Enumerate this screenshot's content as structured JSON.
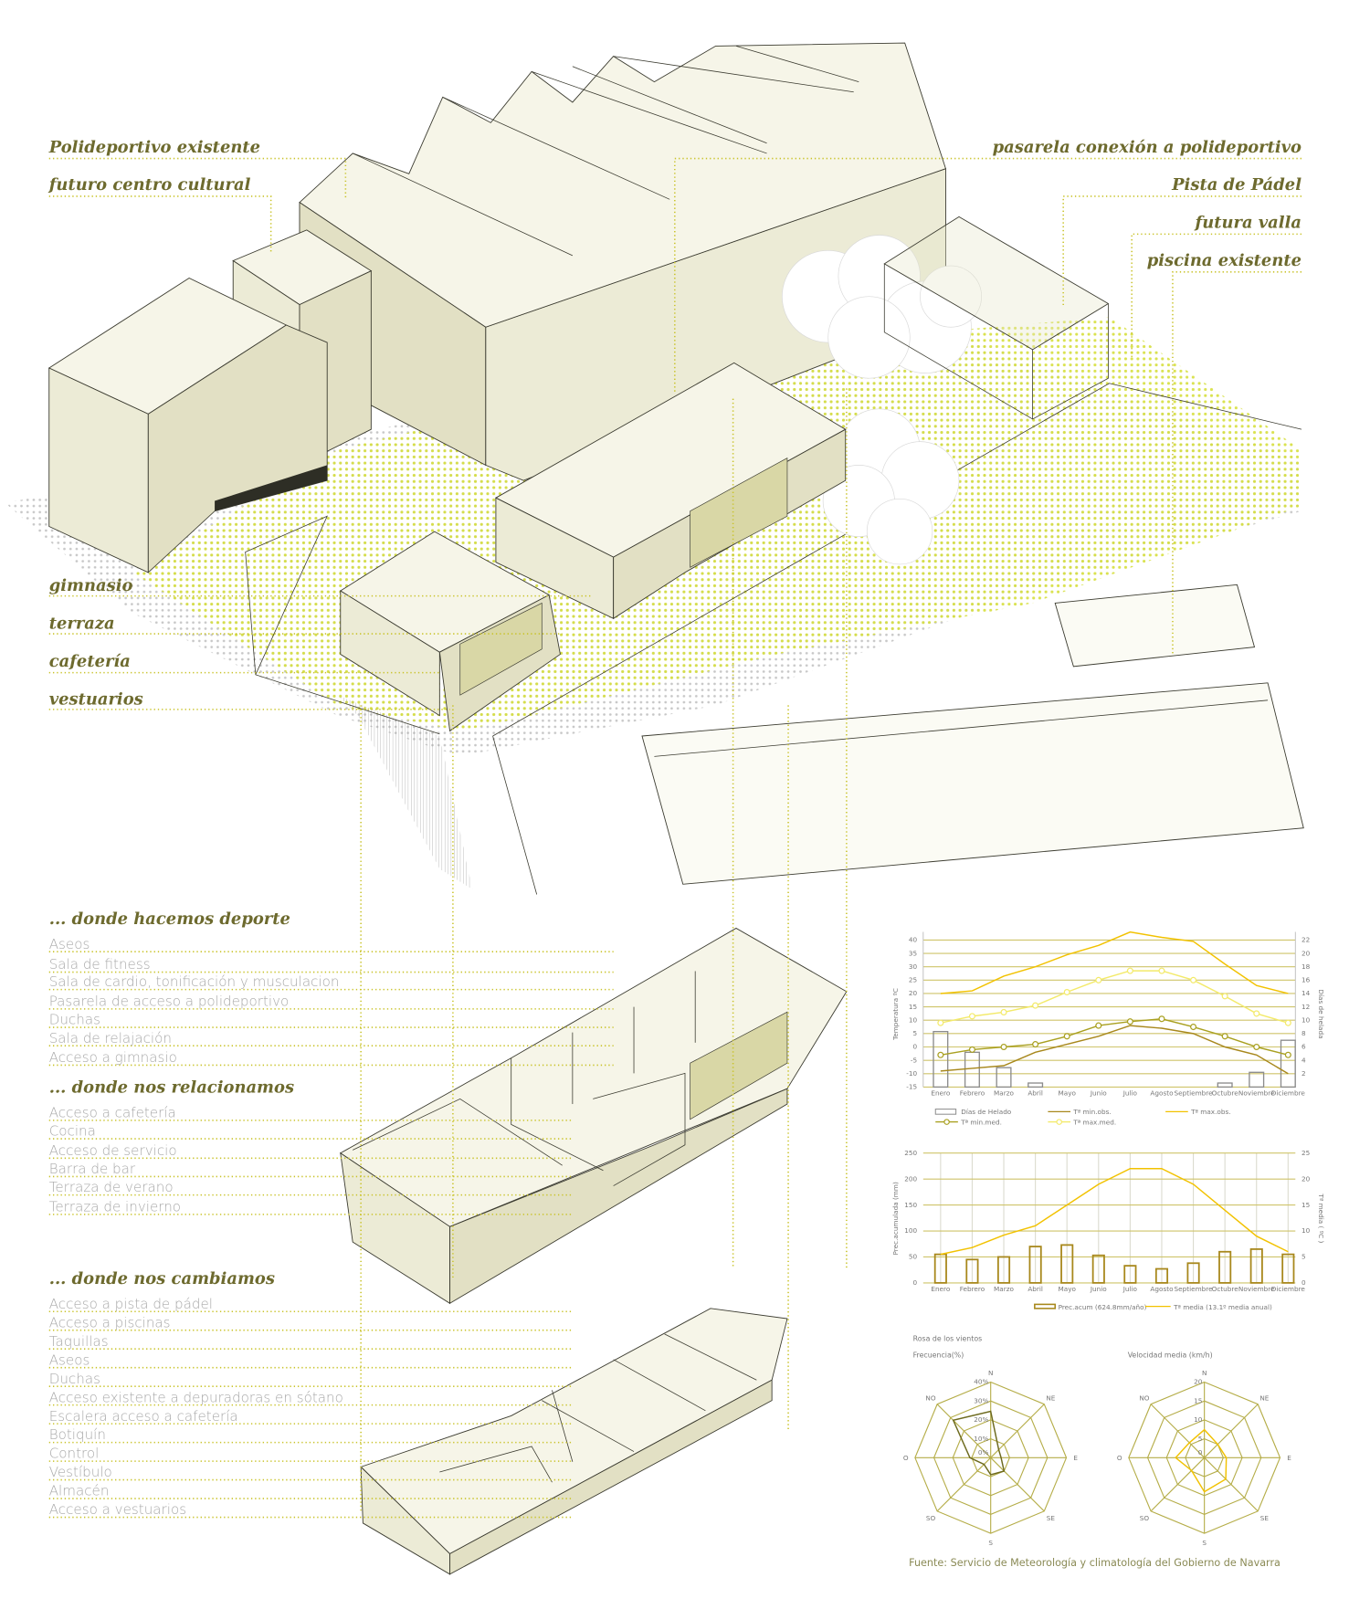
{
  "top_labels_left": [
    "Polideportivo existente",
    "futuro centro cultural"
  ],
  "top_labels_right": [
    "pasarela conexión a polideportivo",
    "Pista de Pádel",
    "futura valla",
    "piscina existente"
  ],
  "mid_labels_left": [
    "gimnasio",
    "terraza",
    "cafetería",
    "vestuarios"
  ],
  "sections": [
    {
      "heading": "... donde hacemos deporte",
      "items": [
        "Aseos",
        "Sala de fitness",
        "Sala de cardio, tonificación y musculacion",
        "Pasarela de acceso a polideportivo",
        "Duchas",
        "Sala de relajación",
        "Acceso a gimnasio"
      ]
    },
    {
      "heading": "... donde nos relacionamos",
      "items": [
        "Acceso a cafetería",
        "Cocina",
        "Acceso de servicio",
        "Barra de bar",
        "Terraza de verano",
        "Terraza de invierno"
      ]
    },
    {
      "heading": "... donde nos cambiamos",
      "items": [
        "Acceso a pista de pádel",
        "Acceso a piscinas",
        "Taquillas",
        "Aseos",
        "Duchas",
        "Acceso existente a depuradoras en sótano",
        "Escalera acceso a cafetería",
        "Botiquín",
        "Control",
        "Vestíbulo",
        "Almacén",
        "Acceso a vestuarios"
      ]
    }
  ],
  "colors": {
    "accent": "#c9c32a",
    "label": "#6d6a2e",
    "item": "#a9a9a9",
    "ground": "#dfe55a",
    "max_obs": "#f2c200",
    "max_med": "#f3ea6a",
    "min_obs": "#a8881c",
    "min_med": "#a9a020",
    "grid": "#c8bf5a"
  },
  "source": "Fuente: Servicio de Meteorología y climatología del Gobierno de Navarra",
  "chart_data": [
    {
      "type": "line",
      "title": "",
      "categories": [
        "Enero",
        "Febrero",
        "Marzo",
        "Abril",
        "Mayo",
        "Junio",
        "Julio",
        "Agosto",
        "Septiembre",
        "Octubre",
        "Noviembre",
        "Diciembre"
      ],
      "ylabel": "Temperatura ºC",
      "ylabel_right": "Días de helada",
      "ylim": [
        -15,
        40
      ],
      "yticks": [
        40,
        35,
        30,
        25,
        20,
        15,
        10,
        5,
        0,
        -5,
        -10,
        -15
      ],
      "ylim_right": [
        0,
        22
      ],
      "yticks_right": [
        22,
        20,
        18,
        16,
        14,
        12,
        10,
        8,
        6,
        4,
        2
      ],
      "series": [
        {
          "name": "Días de Helado",
          "kind": "bar",
          "axis": "right",
          "values": [
            8.3,
            5.2,
            2.9,
            0.6,
            0,
            0,
            0,
            0,
            0,
            0.6,
            2.2,
            7.0
          ]
        },
        {
          "name": "Tª min.obs.",
          "kind": "line",
          "values": [
            -9,
            -8,
            -7,
            -2,
            1,
            4,
            8,
            7,
            5,
            0,
            -3,
            -10
          ]
        },
        {
          "name": "Tª max.obs.",
          "kind": "line",
          "values": [
            20,
            21,
            26.5,
            30,
            34.5,
            38,
            43,
            41,
            39.5,
            31,
            23,
            20
          ]
        },
        {
          "name": "Tª min.med.",
          "kind": "line-marker",
          "values": [
            -3,
            -1,
            0,
            1,
            4,
            8,
            9.5,
            10.5,
            7.5,
            4,
            0,
            -3
          ]
        },
        {
          "name": "Tª max.med.",
          "kind": "line-marker",
          "values": [
            9,
            11.5,
            13,
            15.5,
            20.5,
            25,
            28.5,
            28.5,
            25,
            19,
            12.5,
            9
          ]
        }
      ],
      "legend": "bottom"
    },
    {
      "type": "bar",
      "categories": [
        "Enero",
        "Febrero",
        "Marzo",
        "Abril",
        "Mayo",
        "Junio",
        "Julio",
        "Agosto",
        "Septiembre",
        "Octubre",
        "Noviembre",
        "Diciembre"
      ],
      "ylabel": "Prec.acumulada (mm)",
      "ylabel_right": "Tª media ( ºC )",
      "ylim": [
        0,
        250
      ],
      "yticks": [
        250,
        200,
        150,
        100,
        50,
        0
      ],
      "ylim_right": [
        0,
        25
      ],
      "yticks_right": [
        25,
        20,
        15,
        10,
        5,
        0
      ],
      "series": [
        {
          "name": "Prec.acum (624.8mm/año)",
          "kind": "bar",
          "values": [
            55,
            45,
            50,
            70,
            73,
            53,
            33,
            27,
            38,
            60,
            65,
            55
          ]
        },
        {
          "name": "Tª media (13.1º media anual)",
          "kind": "line",
          "axis": "right",
          "values": [
            5.5,
            6.8,
            9.2,
            11,
            15,
            19,
            22,
            22,
            19,
            14,
            9,
            6
          ]
        }
      ],
      "legend": "bottom"
    },
    {
      "type": "radar",
      "title": "Rosa de los vientos",
      "subtitle": "Frecuencia(%)",
      "directions": [
        "N",
        "NE",
        "E",
        "SE",
        "S",
        "SO",
        "O",
        "NO"
      ],
      "ring_labels": [
        "0%",
        "10%",
        "20%",
        "30%",
        "40%"
      ],
      "rmax": 40,
      "values": [
        24.5,
        6,
        5.5,
        10,
        9,
        5,
        11,
        28
      ]
    },
    {
      "type": "radar",
      "subtitle": "Velocidad media (km/h)",
      "directions": [
        "N",
        "NE",
        "E",
        "SE",
        "S",
        "SO",
        "O",
        "NO"
      ],
      "ring_labels": [
        "0",
        "5",
        "10",
        "15",
        "20"
      ],
      "rmax": 20,
      "values": [
        7.4,
        5,
        5.8,
        8,
        9,
        4.8,
        7.6,
        5.6
      ]
    }
  ]
}
